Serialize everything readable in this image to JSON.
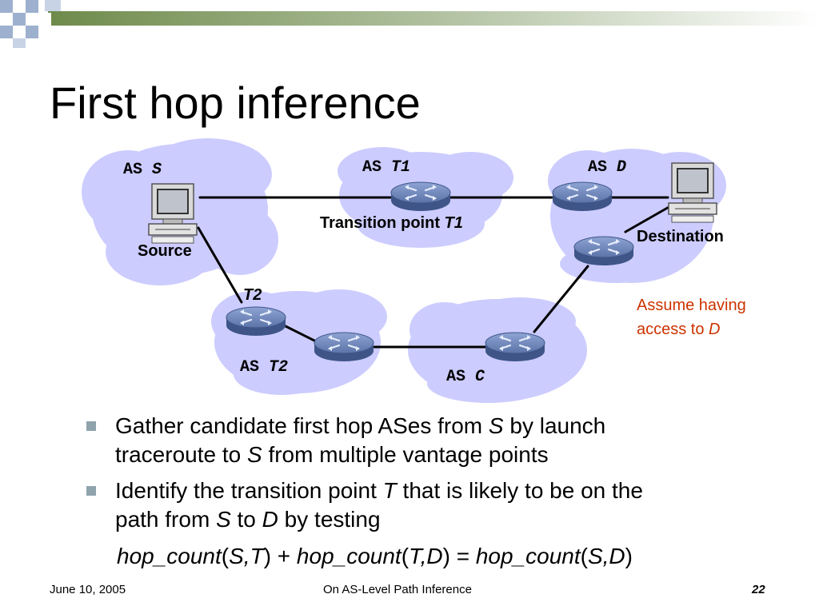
{
  "title": "First hop inference",
  "diagram": {
    "as_labels": {
      "s": {
        "prefix": "AS ",
        "var": "S"
      },
      "t1": {
        "prefix": "AS ",
        "var": "T1"
      },
      "d": {
        "prefix": "AS ",
        "var": "D"
      },
      "t2": {
        "prefix": "AS ",
        "var": "T2"
      },
      "c": {
        "prefix": "AS ",
        "var": "C"
      }
    },
    "source_label": "Source",
    "destination_label": "Destination",
    "transition_t1": {
      "prefix": "Transition point ",
      "var": "T1"
    },
    "t2_label": "T2",
    "note": {
      "line1": "Assume having",
      "line2_prefix": "access to ",
      "line2_var": "D"
    },
    "colors": {
      "cloud": "#ccccff",
      "router": "#5b73a8",
      "note": "#cc3300",
      "line": "#000000"
    }
  },
  "bullets": [
    {
      "line1": {
        "a": "Gather candidate first hop ASes from ",
        "b": "S",
        "c": " by launch"
      },
      "line2": {
        "a": "traceroute to ",
        "b": "S",
        "c": " from multiple vantage points"
      }
    },
    {
      "line1": {
        "a": "Identify the transition point ",
        "b": "T",
        "c": " that is likely to be on the"
      },
      "line2": {
        "a": "path from ",
        "b": "S",
        "c": " to ",
        "d": "D",
        "e": " by testing"
      }
    }
  ],
  "formula": {
    "f1": "hop_count",
    "p1": "(",
    "a1": "S,T",
    "q1": ") + ",
    "f2": "hop_count",
    "p2": "(",
    "a2": "T,D",
    "q2": ") = ",
    "f3": "hop_count",
    "p3": "(",
    "a3": "S,D",
    "q3": ")"
  },
  "footer": {
    "date": "June 10, 2005",
    "center": "On AS-Level Path Inference",
    "page": "22"
  }
}
